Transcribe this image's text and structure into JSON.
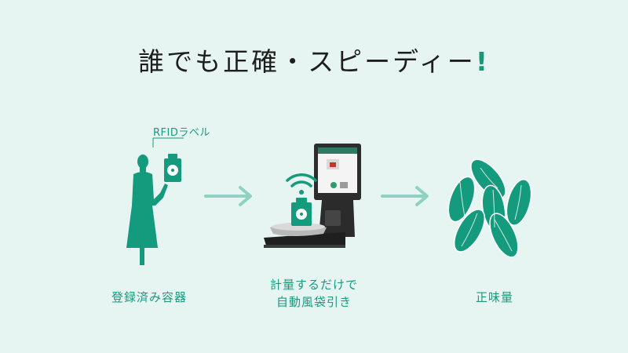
{
  "title": {
    "text": "誰でも正確・スピーディー",
    "exclamation": "!"
  },
  "rfid_label": "RFIDラベル",
  "steps": [
    {
      "caption": "登録済み容器"
    },
    {
      "caption_line1": "計量するだけで",
      "caption_line2": "自動風袋引き"
    },
    {
      "caption": "正味量"
    }
  ],
  "colors": {
    "accent": "#149a7c",
    "arrow": "#8fd1c2",
    "background": "#e6f5f1"
  }
}
